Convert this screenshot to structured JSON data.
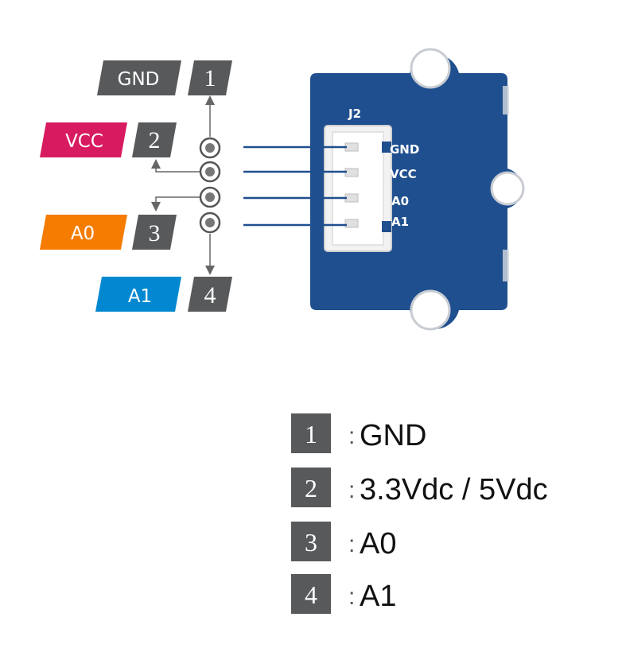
{
  "pins": [
    {
      "number": "1",
      "label": "GND",
      "color": "#58595b"
    },
    {
      "number": "2",
      "label": "VCC",
      "color": "#d81b60"
    },
    {
      "number": "3",
      "label": "A0",
      "color": "#f57c00"
    },
    {
      "number": "4",
      "label": "A1",
      "color": "#0288d1"
    }
  ],
  "board": {
    "connector_label": "J2",
    "pin_labels": [
      "GND",
      "VCC",
      "A0",
      "A1"
    ],
    "color": "#1f4f8f"
  },
  "legend": [
    {
      "number": "1",
      "separator": ":",
      "text": "GND"
    },
    {
      "number": "2",
      "separator": ":",
      "text": "3.3Vdc / 5Vdc"
    },
    {
      "number": "3",
      "separator": ":",
      "text": "A0"
    },
    {
      "number": "4",
      "separator": ":",
      "text": "A1"
    }
  ],
  "colors": {
    "number_box": "#58595b",
    "wire": "#1f4f8f",
    "arrow": "#666666"
  }
}
